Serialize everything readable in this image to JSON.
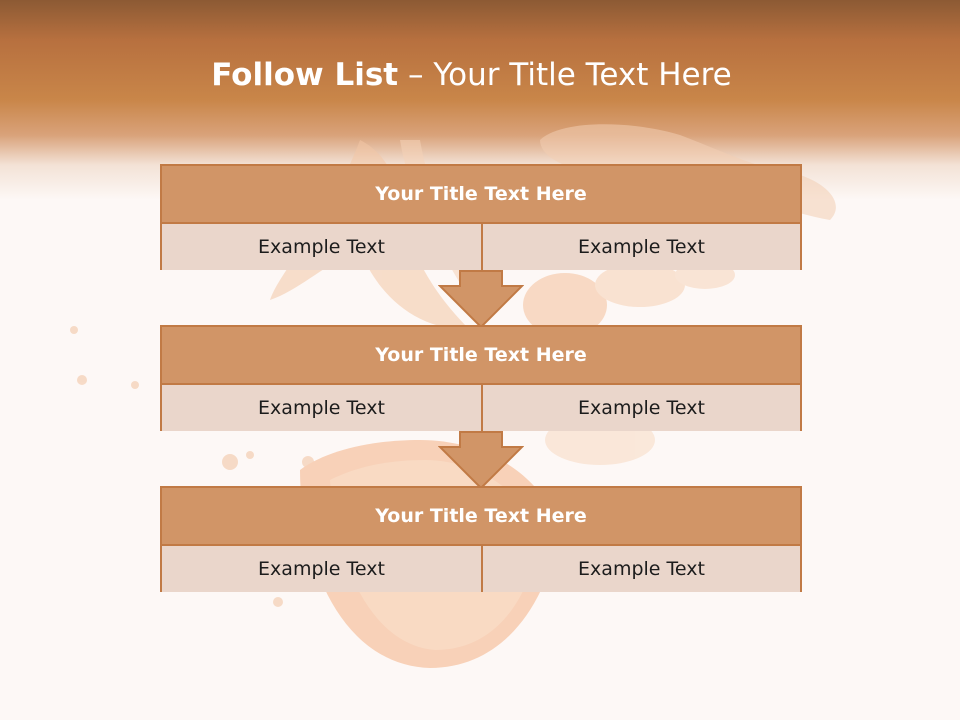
{
  "slide": {
    "title_bold": "Follow List",
    "title_rest": "– Your Title Text Here"
  },
  "blocks": [
    {
      "title": "Your Title Text Here",
      "left_text": "Example Text",
      "right_text": "Example Text"
    },
    {
      "title": "Your Title Text Here",
      "left_text": "Example Text",
      "right_text": "Example Text"
    },
    {
      "title": "Your Title Text Here",
      "left_text": "Example Text",
      "right_text": "Example Text"
    }
  ],
  "colors": {
    "header_dark": "#8c5a34",
    "header_accent": "#c98649",
    "block_title_fill": "#d19567",
    "block_border": "#c17a45",
    "cell_fill": "#ead6cb",
    "arrow_fill": "#d19567"
  }
}
